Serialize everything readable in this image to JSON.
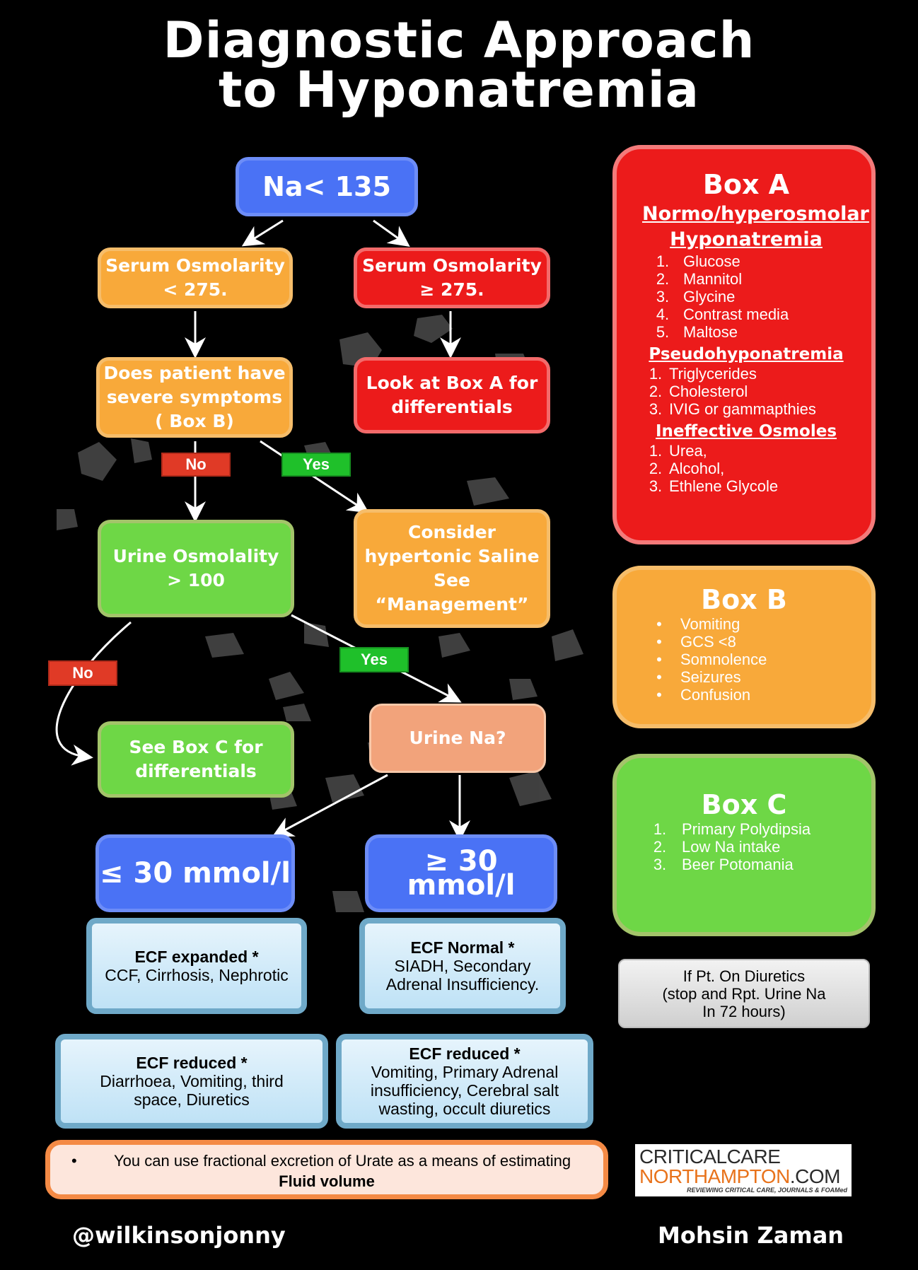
{
  "title": {
    "line1": "Diagnostic Approach",
    "line2": "to Hyponatremia"
  },
  "flow": {
    "na": "Na< 135",
    "serum_low": [
      "Serum Osmolarity",
      "< 275."
    ],
    "serum_high": [
      "Serum Osmolarity",
      "≥ 275."
    ],
    "symptoms": [
      "Does patient have",
      "severe symptoms",
      "( Box B)"
    ],
    "look_box_a": [
      "Look at Box A for",
      "differentials"
    ],
    "no_1": "No",
    "yes_1": "Yes",
    "urine_osm": [
      "Urine Osmolality",
      "> 100"
    ],
    "consider": [
      "Consider",
      "hypertonic Saline",
      "See “Management”"
    ],
    "no_2": "No",
    "yes_2": "Yes",
    "see_box_c": [
      "See Box C for",
      "differentials"
    ],
    "urine_na": "Urine Na?",
    "le30": "≤ 30 mmol/l",
    "ge30": "≥ 30 mmol/l",
    "ecf_expanded": {
      "head": "ECF expanded *",
      "body": "CCF, Cirrhosis, Nephrotic"
    },
    "ecf_normal": {
      "head": "ECF Normal *",
      "body": [
        "SIADH, Secondary",
        "Adrenal Insufficiency."
      ]
    },
    "ecf_reduced_1": {
      "head": "ECF reduced *",
      "body": [
        "Diarrhoea, Vomiting, third",
        "space, Diuretics"
      ]
    },
    "ecf_reduced_2": {
      "head": "ECF reduced  *",
      "body": [
        "Vomiting, Primary Adrenal",
        "insufficiency, Cerebral salt",
        "wasting, occult diuretics"
      ]
    },
    "note": {
      "line1": "You can use fractional excretion of Urate as a means of estimating",
      "line2": "Fluid volume"
    }
  },
  "box_a": {
    "title": "Box A",
    "sub1": [
      "Normo/hyperosmolar",
      "Hyponatremia"
    ],
    "list1": [
      "Glucose",
      "Mannitol",
      "Glycine",
      "Contrast media",
      "Maltose"
    ],
    "sub2": "Pseudohyponatremia",
    "list2": [
      "Triglycerides",
      "Cholesterol",
      "IVIG or gammapthies"
    ],
    "sub3": "Ineffective Osmoles",
    "list3": [
      "Urea,",
      "Alcohol,",
      "Ethlene Glycole"
    ]
  },
  "box_b": {
    "title": "Box B",
    "items": [
      "Vomiting",
      "GCS <8",
      "Somnolence",
      "Seizures",
      "Confusion"
    ]
  },
  "box_c": {
    "title": "Box C",
    "items": [
      "Primary Polydipsia",
      "Low Na intake",
      "Beer Potomania"
    ]
  },
  "diuretics_note": [
    "If Pt. On Diuretics",
    "(stop and Rpt. Urine Na",
    "In 72 hours)"
  ],
  "logo": {
    "line1": "CRITICALCARE",
    "line2a": "NORTHAMPTON",
    "line2b": ".COM",
    "tagline": "REVIEWING CRITICAL CARE, JOURNALS & FOAMed"
  },
  "footer": {
    "left": "@wilkinsonjonny",
    "right": "Mohsin Zaman"
  },
  "colors": {
    "blue": "#4a72f5",
    "orange": "#f8a93a",
    "red": "#ec1b1b",
    "green": "#6ed746",
    "peach": "#f2a37b"
  }
}
